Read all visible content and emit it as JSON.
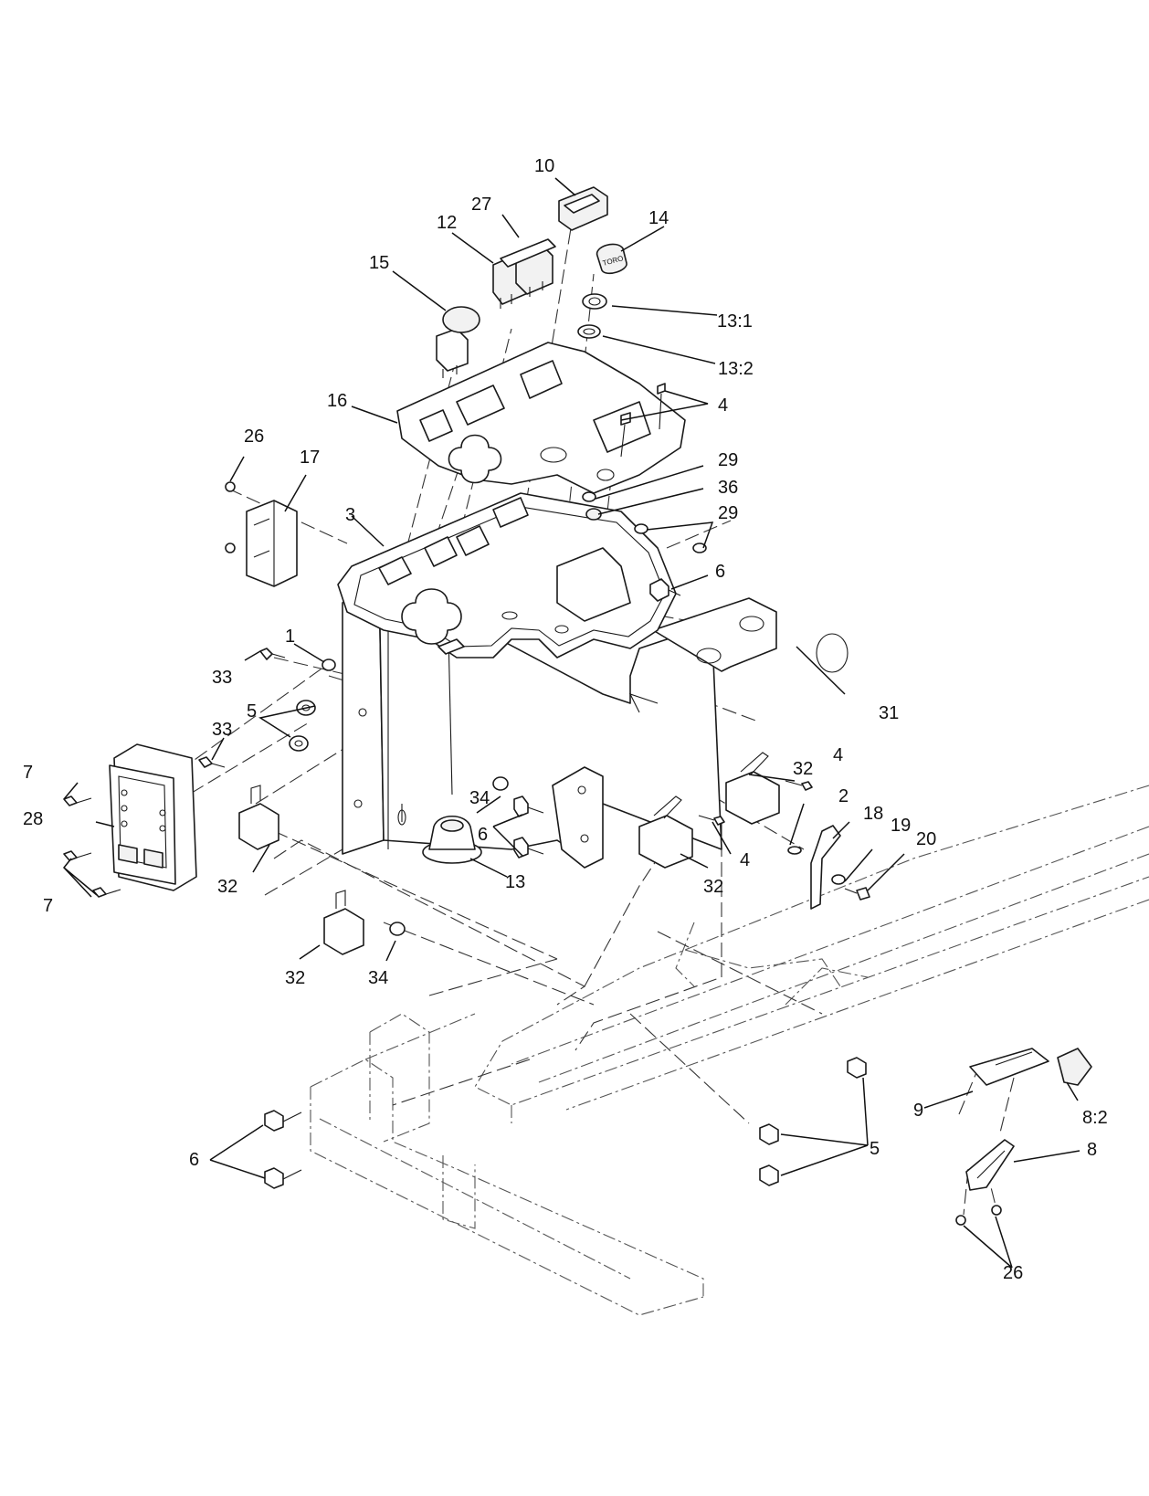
{
  "diagram": {
    "callouts": [
      {
        "id": "c10",
        "text": "10"
      },
      {
        "id": "c27",
        "text": "27"
      },
      {
        "id": "c12",
        "text": "12"
      },
      {
        "id": "c14",
        "text": "14"
      },
      {
        "id": "c15",
        "text": "15"
      },
      {
        "id": "c13_1",
        "text": "13:1"
      },
      {
        "id": "c13_2",
        "text": "13:2"
      },
      {
        "id": "c16",
        "text": "16"
      },
      {
        "id": "c4a",
        "text": "4"
      },
      {
        "id": "c26a",
        "text": "26"
      },
      {
        "id": "c17",
        "text": "17"
      },
      {
        "id": "c29a",
        "text": "29"
      },
      {
        "id": "c36",
        "text": "36"
      },
      {
        "id": "c29b",
        "text": "29"
      },
      {
        "id": "c3",
        "text": "3"
      },
      {
        "id": "c6a",
        "text": "6"
      },
      {
        "id": "c1",
        "text": "1"
      },
      {
        "id": "c33a",
        "text": "33"
      },
      {
        "id": "c31",
        "text": "31"
      },
      {
        "id": "c5a",
        "text": "5"
      },
      {
        "id": "c33b",
        "text": "33"
      },
      {
        "id": "c32a",
        "text": "32"
      },
      {
        "id": "c4b",
        "text": "4"
      },
      {
        "id": "c7a",
        "text": "7"
      },
      {
        "id": "c34a",
        "text": "34"
      },
      {
        "id": "c2",
        "text": "2"
      },
      {
        "id": "c18",
        "text": "18"
      },
      {
        "id": "c28",
        "text": "28"
      },
      {
        "id": "c6b",
        "text": "6"
      },
      {
        "id": "c19",
        "text": "19"
      },
      {
        "id": "c20",
        "text": "20"
      },
      {
        "id": "c4c",
        "text": "4"
      },
      {
        "id": "c13",
        "text": "13"
      },
      {
        "id": "c32b",
        "text": "32"
      },
      {
        "id": "c32c",
        "text": "32"
      },
      {
        "id": "c7b",
        "text": "7"
      },
      {
        "id": "c32d",
        "text": "32"
      },
      {
        "id": "c34b",
        "text": "34"
      },
      {
        "id": "c9",
        "text": "9"
      },
      {
        "id": "c8_2",
        "text": "8:2"
      },
      {
        "id": "c6c",
        "text": "6"
      },
      {
        "id": "c5b",
        "text": "5"
      },
      {
        "id": "c8",
        "text": "8"
      },
      {
        "id": "c26b",
        "text": "26"
      }
    ]
  }
}
